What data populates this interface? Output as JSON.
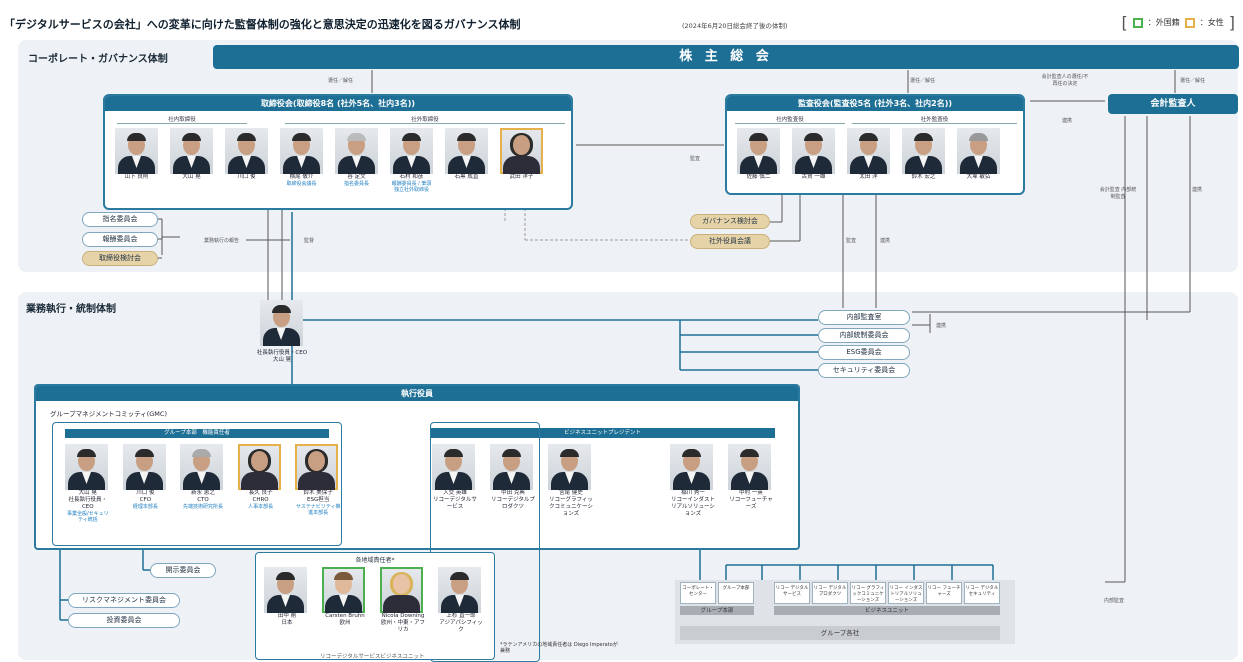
{
  "header": {
    "title": "「デジタルサービスの会社」への変革に向けた監督体制の強化と意思決定の迅速化を図るガバナンス体制",
    "as_of": "(2024年6月20日総会終了後の体制)",
    "legend_outside": "：外国籍",
    "legend_female": "：女性",
    "legend_outside_color": "#4caf50",
    "legend_female_color": "#e6b04a"
  },
  "governance": {
    "section_label": "コーポレート・ガバナンス体制",
    "shareholders": "株 主 総 会",
    "board": {
      "title": "取締役会(取締役8名 (社外5名、社内3名))",
      "inside_label": "社内取締役",
      "outside_label": "社外取締役",
      "members": [
        {
          "name": "山下 良則",
          "role": ""
        },
        {
          "name": "大山 晃",
          "role": ""
        },
        {
          "name": "川口 俊",
          "role": ""
        },
        {
          "name": "横尾 敬介",
          "role": "取締役会議長"
        },
        {
          "name": "谷 定文",
          "role": "指名委員長"
        },
        {
          "name": "石村 和彦",
          "role": "報酬委員長 / 筆頭独立社外取締役"
        },
        {
          "name": "石黒 成直",
          "role": ""
        },
        {
          "name": "武田 洋子",
          "role": ""
        }
      ]
    },
    "audit_board": {
      "title": "監査役会(監査役5名 (社外3名、社内2名))",
      "inside_label": "社内監査役",
      "outside_label": "社外監査役",
      "members": [
        {
          "name": "佐藤 慎二"
        },
        {
          "name": "古賀 一雄"
        },
        {
          "name": "太田 洋"
        },
        {
          "name": "鈴木 宏之"
        },
        {
          "name": "大塚 敏弘"
        }
      ]
    },
    "accounting_auditor": "会計監査人",
    "committees": [
      "指名委員会",
      "報酬委員会",
      "取締役検討会"
    ],
    "meetings": [
      "ガバナンス検討会",
      "社外役員会議"
    ],
    "edge_labels": {
      "elect1": "選任／解任",
      "elect2": "選任／解任",
      "elect3": "選任／解任",
      "audit_policy": "会計監査人の選任/不再任の決定",
      "cooperate1": "連携",
      "cooperate2": "連携",
      "cooperate3": "連携",
      "audit": "監査",
      "supervise": "監督",
      "audit2": "監査",
      "duty": "業務執行の報告",
      "acc_audit": "会計監査 内部統制監査",
      "internal_audit": "内部監査"
    }
  },
  "execution": {
    "section_label": "業務執行・統制体制",
    "ceo": {
      "name": "大山 晃",
      "role": "社長執行役員・CEO"
    },
    "officers_title": "執行役員",
    "gmc_label": "グループマネジメントコミッティ(GMC)",
    "group_hq_label": "グループ本部　機能責任者",
    "bu_president_label": "ビジネスユニットプレジデント",
    "group_hq": [
      {
        "name": "大山 晃",
        "role": "社長執行役員・CEO",
        "sub": "事業全般/セキュリティ統括"
      },
      {
        "name": "川口 俊",
        "role": "CFO",
        "sub": "経理本部長"
      },
      {
        "name": "新永 恵之",
        "role": "CTO",
        "sub": "先端技術研究所長"
      },
      {
        "name": "長久 良子",
        "role": "CHRO",
        "sub": "人事本部長"
      },
      {
        "name": "鈴木 美保子",
        "role": "ESG担当",
        "sub": "サステナビリティ推進本部長"
      }
    ],
    "bu_presidents": [
      {
        "name": "入交 英雄",
        "unit": "リコーデジタルサービス"
      },
      {
        "name": "中田 克典",
        "unit": "リコーデジタルプロダクツ"
      },
      {
        "name": "宮尾 健史",
        "unit": "リコーグラフィックコミュニケーションズ"
      },
      {
        "name": "稲川 秀一",
        "unit": "リコーインダストリアルソリューションズ"
      },
      {
        "name": "中村 一英",
        "unit": "リコーフューチャーズ"
      }
    ],
    "regional_label": "各地域責任者*",
    "regional": [
      {
        "name": "田中 剛",
        "area": "日本"
      },
      {
        "name": "Carsten Bruhn",
        "area": "欧州"
      },
      {
        "name": "Nicola Downing",
        "area": "欧州・中東・アフリカ"
      },
      {
        "name": "上杉 直一郎",
        "area": "アジアパシフィック"
      }
    ],
    "regional_unit": "リコーデジタルサービスビジネスユニット",
    "regional_note": "*ラテンアメリカの地域責任者は Diego Imperatoが兼務",
    "right_committees": [
      "内部監査室",
      "内部統制委員会",
      "ESG委員会",
      "セキュリティ委員会"
    ],
    "left_committees": [
      "開示委員会",
      "リスクマネジメント委員会",
      "投資委員会"
    ],
    "cooperate_label": "連携",
    "group_units": [
      "コーポレート・センター",
      "グループ本部"
    ],
    "business_units": [
      "リコー デジタルサービス",
      "リコー デジタルプロダクツ",
      "リコー グラフィックコミュニケーションズ",
      "リコー インダストリアルソリューションズ",
      "リコー フューチャーズ",
      "リコー デジタルセキュリティ"
    ],
    "group_units_label": "グループ本部",
    "bu_label": "ビジネスユニット",
    "group_companies": "グループ各社"
  }
}
